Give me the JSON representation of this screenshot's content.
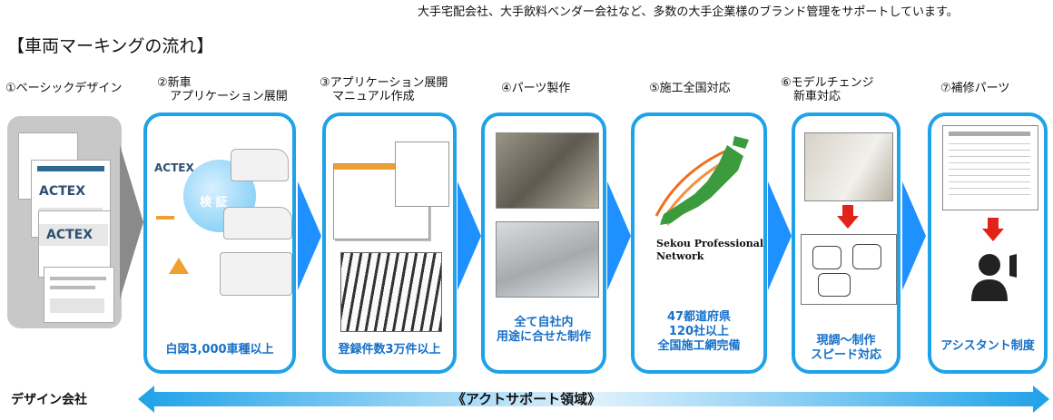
{
  "tagline": "大手宅配会社、大手飲料ベンダー会社など、多数の大手企業様のブランド管理をサポートしています。",
  "section_title": "【車両マーキングの流れ】",
  "steps": [
    {
      "label": [
        "①ベーシックデザイン"
      ],
      "caption": []
    },
    {
      "label": [
        "②新車",
        "アプリケーション展開"
      ],
      "caption": [
        "白図3,000車種以上"
      ],
      "verify": "検 証",
      "brand": "ACTEX"
    },
    {
      "label": [
        "③アプリケーション展開",
        "マニュアル作成"
      ],
      "caption": [
        "登録件数3万件以上"
      ]
    },
    {
      "label": [
        "④パーツ製作"
      ],
      "caption": [
        "全て自社内",
        "用途に合せた制作"
      ]
    },
    {
      "label": [
        "⑤施工全国対応"
      ],
      "caption": [
        "47都道府県",
        "120社以上",
        "全国施工網完備"
      ],
      "network": [
        "Sekou Professional",
        "Network"
      ]
    },
    {
      "label": [
        "⑥モデルチェンジ",
        "新車対応"
      ],
      "caption": [
        "現調～制作",
        "スピード対応"
      ]
    },
    {
      "label": [
        "⑦補修パーツ"
      ],
      "caption": [
        "アシスタント制度"
      ]
    }
  ],
  "bottom_left": "デザイン会社",
  "band_label": "《アクトサポート領域》",
  "colors": {
    "card_border": "#1fa2e8",
    "caption": "#1670c8",
    "arrow": "#1e90ff",
    "grey_panel": "#c8c8c8"
  },
  "icons": [
    "chevron-right-icon",
    "down-arrow-icon",
    "operator-icon",
    "japan-map-icon"
  ]
}
